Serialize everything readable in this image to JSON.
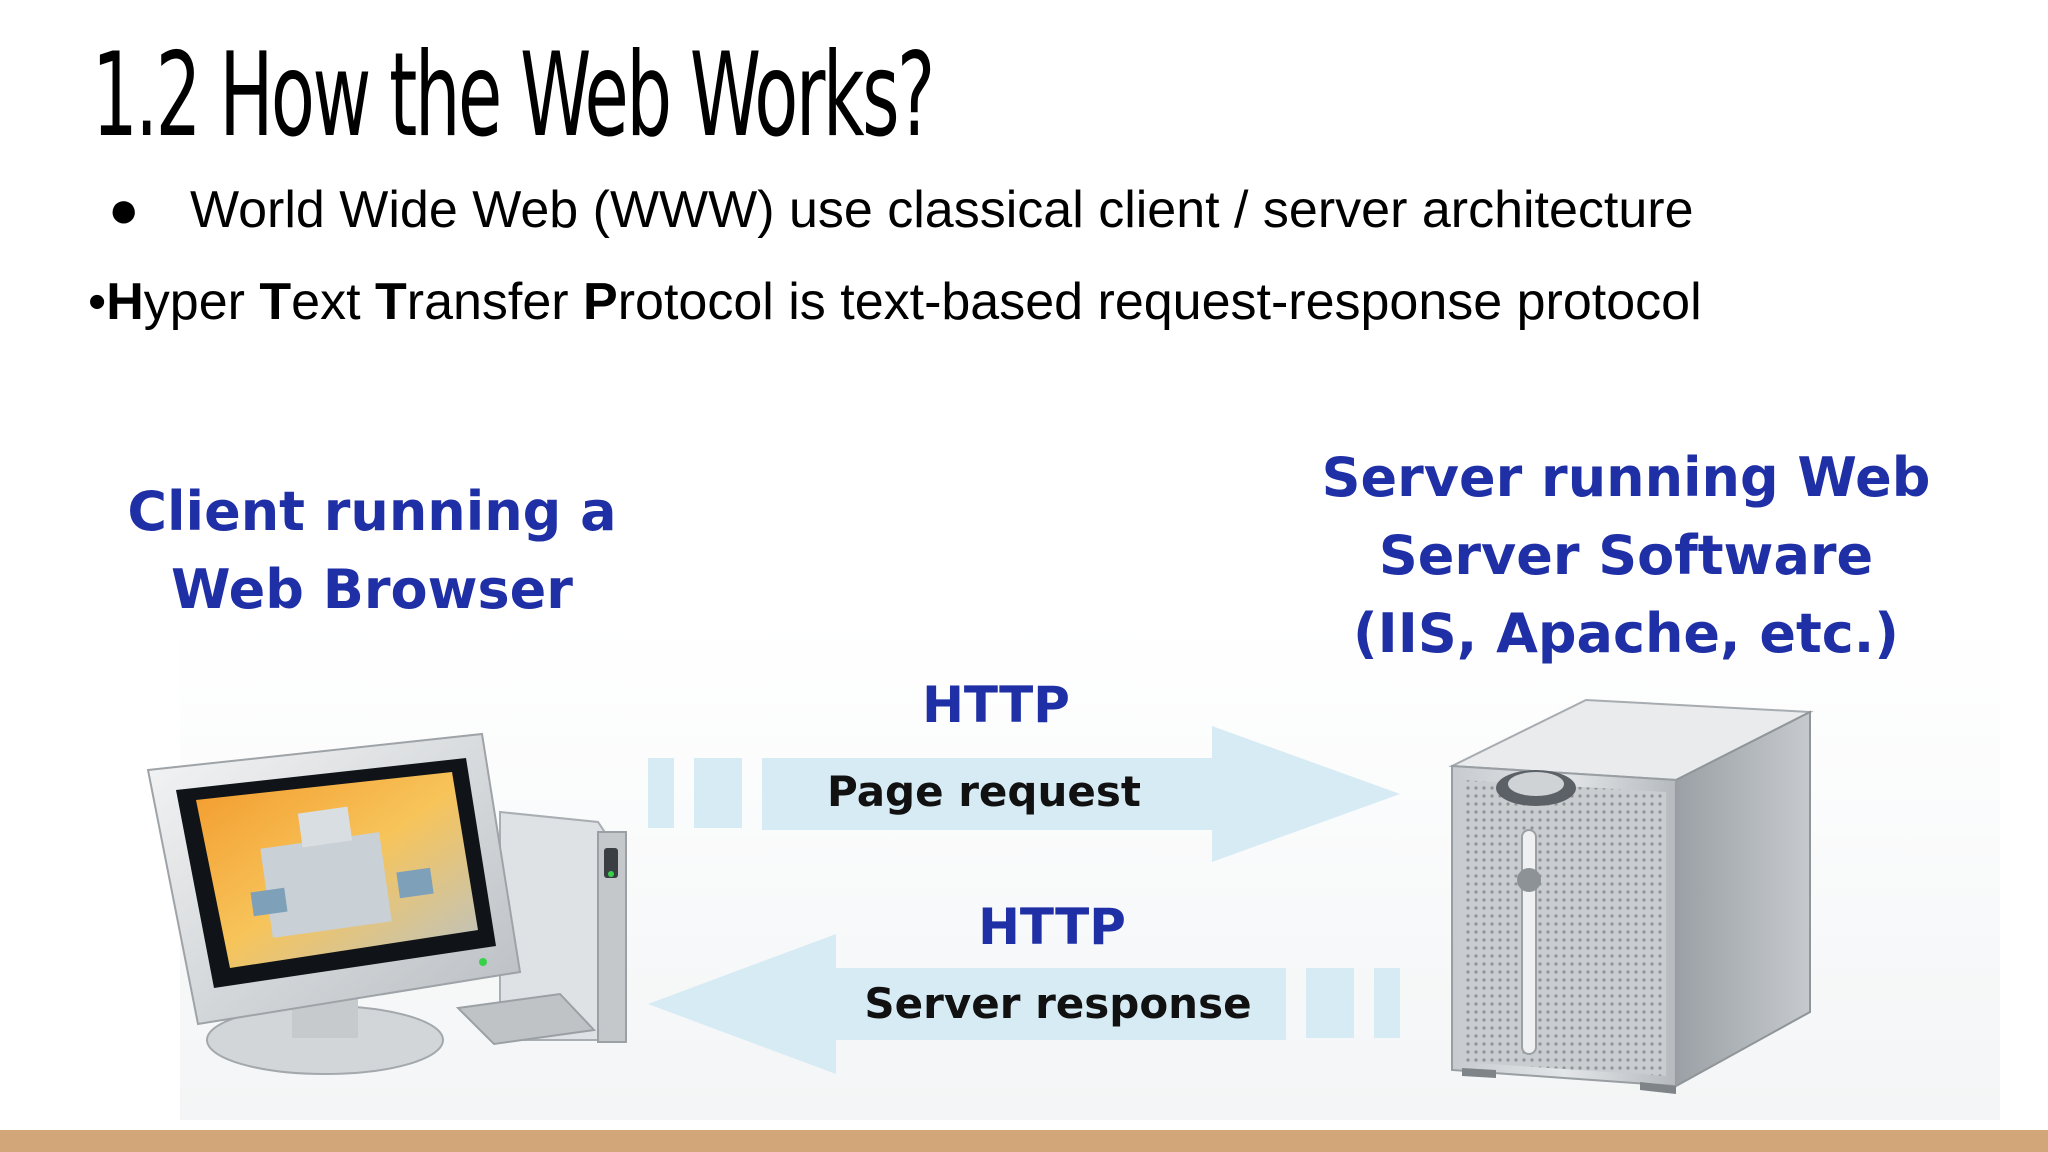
{
  "slide": {
    "title": "1.2 How the Web Works?",
    "bullet1": {
      "marker": "●",
      "text": "World Wide Web (WWW) use classical client / server architecture"
    },
    "bullet2": {
      "marker": "•",
      "parts": [
        {
          "b": "H",
          "t": "yper "
        },
        {
          "b": "T",
          "t": "ext "
        },
        {
          "b": "T",
          "t": "ransfer "
        },
        {
          "b": "P",
          "t": "rotocol is text-based request-response protocol"
        }
      ]
    }
  },
  "diagram": {
    "client_label": [
      "Client running a",
      "Web Browser"
    ],
    "server_label": [
      "Server running Web",
      "Server Software",
      "(IIS, Apache, etc.)"
    ],
    "request": {
      "protocol": "HTTP",
      "label": "Page request"
    },
    "response": {
      "protocol": "HTTP",
      "label": "Server response"
    }
  },
  "colors": {
    "label_blue": "#1f2fa6",
    "arrow": "#d7ebf4",
    "bottom_bar": "#d3a679"
  }
}
